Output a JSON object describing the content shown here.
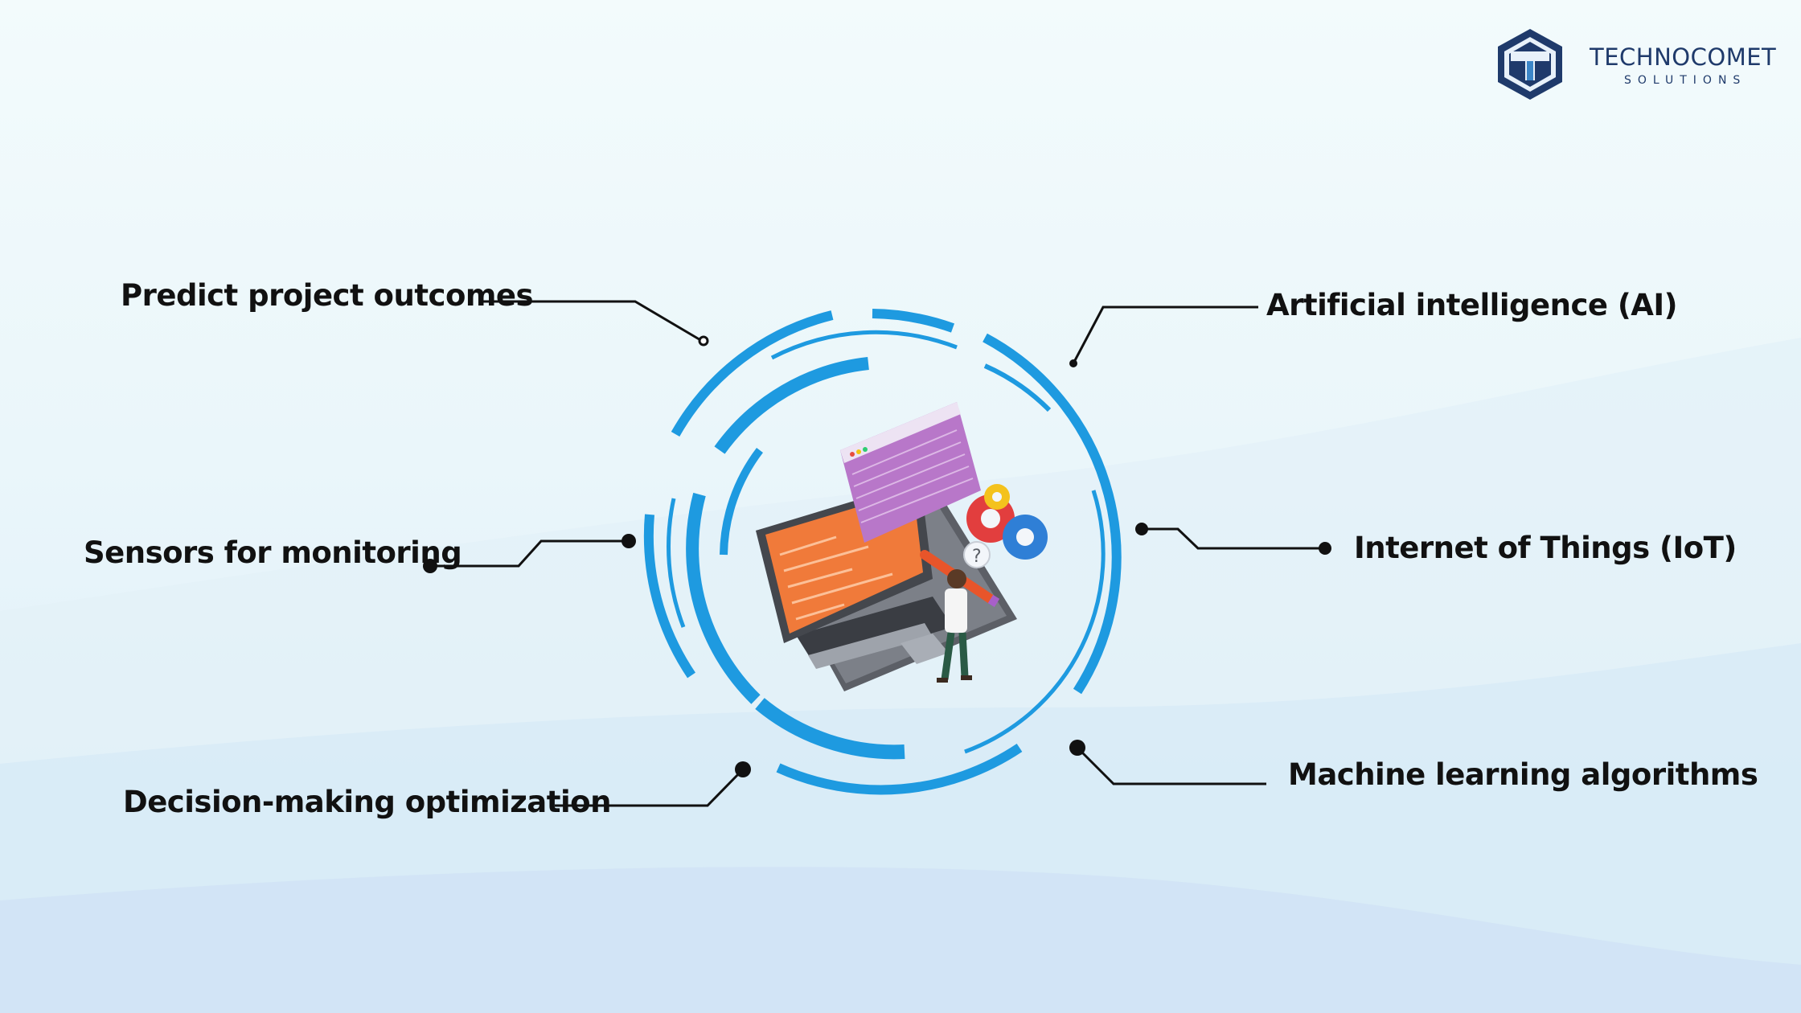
{
  "logo": {
    "name": "TECHNOCOMET",
    "subtitle": "SOLUTIONS"
  },
  "diagram": {
    "labels": {
      "predict": "Predict project outcomes",
      "sensors": "Sensors for monitoring",
      "decision": "Decision-making optimization",
      "ai": "Artificial intelligence (AI)",
      "iot": "Internet of Things (IoT)",
      "ml": "Machine learning algorithms"
    }
  },
  "colors": {
    "ring": "#1e9ae0",
    "text": "#111111",
    "logo": "#1f3a6b"
  }
}
